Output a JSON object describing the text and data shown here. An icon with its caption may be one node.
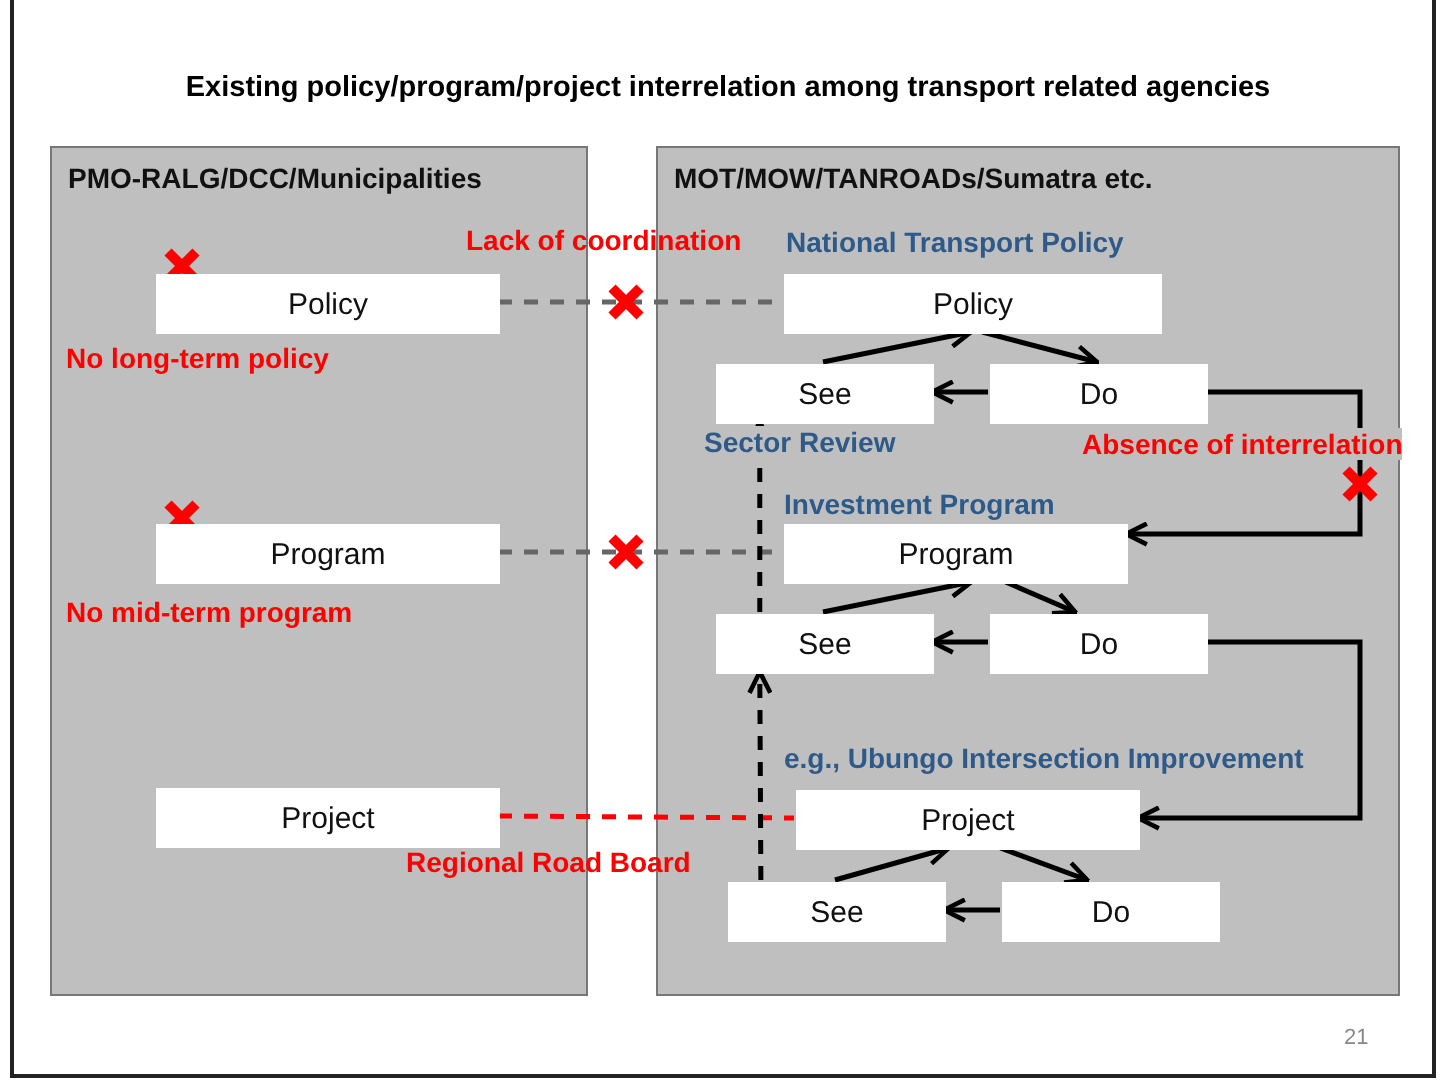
{
  "diagram": {
    "title": "Existing policy/program/project interrelation among transport related agencies",
    "nodes": [
      {
        "text": [
          "PMO-RALG/DCC/Municipalities"
        ]
      },
      {
        "text": [
          "Policy"
        ],
        "in": 0,
        "beside": [
          "No long-term policy"
        ]
      },
      {
        "text": [
          "Program"
        ],
        "in": 0,
        "beside": [
          "No mid-term program"
        ]
      },
      {
        "text": [
          "Project"
        ],
        "in": 0
      },
      {
        "text": [
          "MOT/MOW/TANROADs/Sumatra etc."
        ]
      },
      {
        "text": [
          "Policy"
        ],
        "in": 4,
        "beside": [
          "National Transport Policy"
        ]
      },
      {
        "text": [
          "See"
        ],
        "in": 4,
        "beside": [
          "Sector Review"
        ]
      },
      {
        "text": [
          "Do"
        ],
        "in": 4
      },
      {
        "text": [
          "Program"
        ],
        "in": 4,
        "beside": [
          "Investment Program"
        ]
      },
      {
        "text": [
          "See"
        ],
        "in": 4
      },
      {
        "text": [
          "Do"
        ],
        "in": 4
      },
      {
        "text": [
          "Project"
        ],
        "in": 4,
        "beside": [
          "e.g., Ubungo Intersection Improvement"
        ]
      },
      {
        "text": [
          "See"
        ],
        "in": 4
      },
      {
        "text": [
          "Do"
        ],
        "in": 4
      }
    ],
    "edges": [
      {
        "from": 1,
        "to": 5,
        "arrow": "none",
        "style": "dashed",
        "color": "#666666",
        "label": "Lack of coordination"
      },
      {
        "from": 2,
        "to": 8,
        "arrow": "none",
        "style": "dashed",
        "color": "#666666"
      },
      {
        "from": 3,
        "to": 11,
        "arrow": "none",
        "style": "dashed",
        "color": "#ff0000",
        "label": "Regional Road Board"
      },
      {
        "from": 6,
        "to": 5,
        "arrow": "to"
      },
      {
        "from": 5,
        "to": 7,
        "arrow": "to"
      },
      {
        "from": 7,
        "to": 6,
        "arrow": "to"
      },
      {
        "from": 9,
        "to": 8,
        "arrow": "to"
      },
      {
        "from": 8,
        "to": 10,
        "arrow": "to"
      },
      {
        "from": 10,
        "to": 9,
        "arrow": "to"
      },
      {
        "from": 12,
        "to": 11,
        "arrow": "to"
      },
      {
        "from": 11,
        "to": 13,
        "arrow": "to"
      },
      {
        "from": 13,
        "to": 12,
        "arrow": "to"
      },
      {
        "from": 7,
        "to": 8,
        "arrow": "to",
        "label": "Absence of interrelation"
      },
      {
        "from": 10,
        "to": 11,
        "arrow": "to"
      },
      {
        "from": 12,
        "to": 9,
        "arrow": "to",
        "style": "dashed"
      },
      {
        "from": 9,
        "to": 6,
        "arrow": "to",
        "style": "dashed"
      }
    ],
    "labels": [
      "21"
    ]
  }
}
